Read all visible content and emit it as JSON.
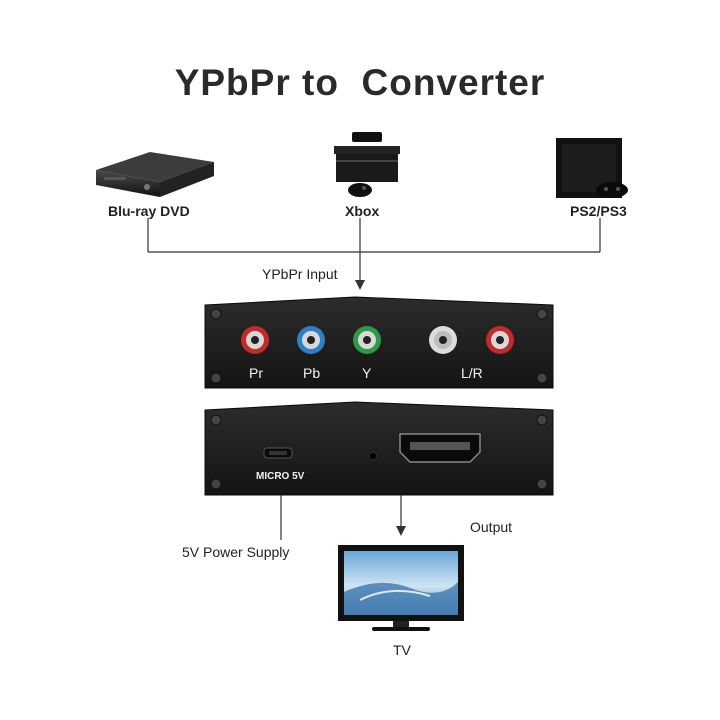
{
  "title": "YPbPr to  Converter",
  "sources": {
    "bluray_label": "Blu-ray DVD",
    "xbox_label": "Xbox",
    "ps_label": "PS2/PS3"
  },
  "input_label": "YPbPr Input",
  "input_panel": {
    "pr_label": "Pr",
    "pb_label": "Pb",
    "y_label": "Y",
    "lr_label": "L/R"
  },
  "output_panel": {
    "micro_label": "MICRO 5V"
  },
  "output_label": "Output",
  "power_label": "5V Power Supply",
  "tv_label": "TV",
  "colors": {
    "pr": "#c42a2a",
    "pb": "#2f7fc6",
    "y": "#2e9a48",
    "audio_l": "#dcdcdc",
    "audio_r": "#c42a2a",
    "panel": "#1d1d1d"
  }
}
